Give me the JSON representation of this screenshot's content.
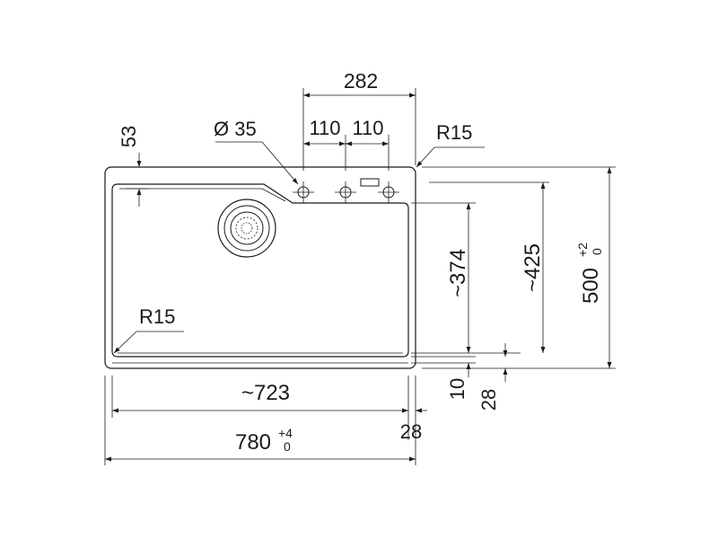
{
  "drawing": {
    "dimensions": {
      "top_span": "282",
      "tap_hole_diameter": "Ø 35",
      "tap_spacing_left": "110",
      "tap_spacing_right": "110",
      "corner_radius_outer": "R15",
      "rim_offset": "53",
      "corner_radius_inner": "R15",
      "bowl_length": "~374",
      "bowl_length_rim": "~425",
      "overall_depth": "500",
      "overall_depth_tol_plus": "+2",
      "overall_depth_tol_minus": "0",
      "bottom_gap_small": "10",
      "bottom_gap_large": "28",
      "bowl_width": "~723",
      "side_gap": "28",
      "overall_width": "780",
      "overall_width_tol_plus": "+4",
      "overall_width_tol_minus": "0"
    },
    "line_color": "#1a1a1a",
    "background": "#ffffff"
  }
}
